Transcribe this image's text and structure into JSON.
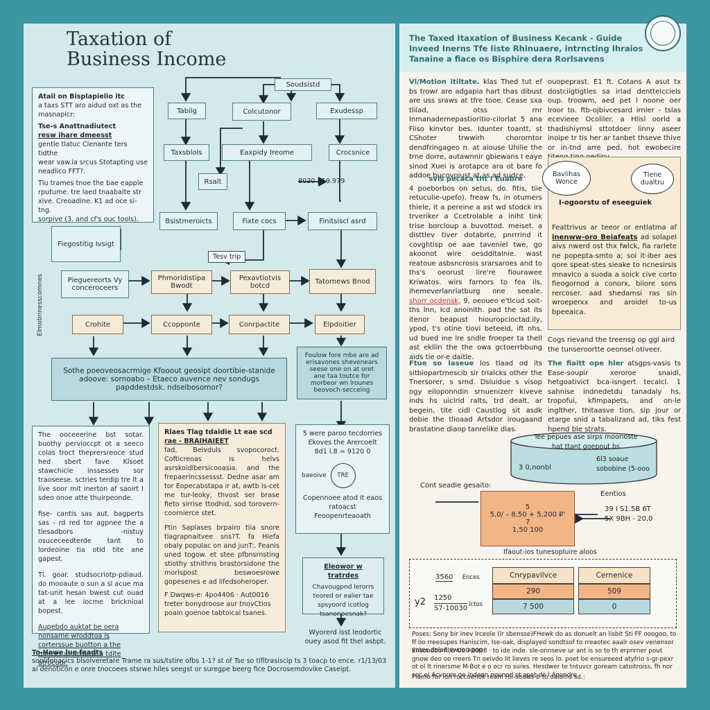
{
  "title": [
    "Taxation of",
    "Business Income"
  ],
  "header": {
    "line1": "The Taxed Itaxation of Business Kecank - Guide",
    "line2": "Inveed Inerns Tfe Iiste Rhinuaere, intrncting Ihraios",
    "line3": "Tanaine a fiace os Bisphire dera Rorlsavens"
  },
  "left_note": {
    "l1": "Atail on Bisplapielio itc",
    "l2": "a taxs STT aro aidud oxt as the",
    "l3": "masnapicr:",
    "h": "Tse-s Anattnadiutect",
    "h2": "resw ihare dmeesst",
    "p1": "gentle tlatuc Clenante ters tidthe",
    "p2": "wear vaw.ia srcus Stotapting use",
    "p3": "neadlico FFT?.",
    "p4": "Tlu trames tnoe the bae eapple",
    "p5": "rputume. tre laed tnaabaite str",
    "p6": "xive. Creoadine. K1 ad oce si-tng.",
    "p7": "sorpive (3. and cf's ouc tools)."
  },
  "flow": {
    "top": "Soudsistd",
    "b1": "Tabilg",
    "b2": "Colcutonor",
    "b3": "Exudessp",
    "b4": "Taxsblols",
    "b5": "Eaxpidy Ireome",
    "b6": "Crocsnice",
    "b7": "Rsalt",
    "lbl1": "8030 | 19.979",
    "b8": "Bsistmeroicts",
    "b9": "Fixte cocs",
    "b10": "Finitsiscl asrd",
    "b11": "Fiegostitig Ivsigt",
    "lbl2": "Tesv trip",
    "b12": "Pieguereorts Vy conceroceers",
    "b13": "Phmoridistipa Bwodt",
    "b14": "Pexavtiotvis botcd",
    "b15": "Tatornews Bnod",
    "side": "Elmobnnesscomnes",
    "b16": "Crohite",
    "b17": "Ccopponte",
    "b18": "Conrpactite",
    "b19": "Elpdoitier",
    "b20": "Sothe poeoveosacrmige Kfooout geosipt doortibie-stanide adoove: sornoabo – Etaeco auvence nev sondugs papddestdsk. ndseibosomor?",
    "b21": "Foulow fore mbe are ad erisavones shevenears seese one on at oret ane taa toutce for morbeor wn lrounes beovoch-secceing"
  },
  "low": {
    "c1": "The ooceeerine bst sotar. buothy pervioccpt ot a seeco colas troct theprersreoce stud hed sbert fave Klsoet stawchicle inssesses sor traoseese. sctries terdip tre lt a live soor mit inerton af saoirt I sdeo onoe atte thuirpeonde.",
    "c2": "fise- cantis sas aut. bagperts sas - rd red tor agpnee the a tlesadbors -nistuy osuceceedterde tant to lordeoine tia otid tite ane gapest.",
    "c3": "Tl. goar. studsocriotp-pdiaud. do mooaute o sun a sl acue ma tat-unit hesan bwest cut ouad at a lee iocme bricknioal bopest.",
    "c4": "Aupebdo auktat be oera nonsame wroddtoa is corterssue buotton a the mercer at oniamk a tdite atrocudr.",
    "t1": "Rlaes Tlag tdaidie Lt eae scd",
    "t2": "rae - BRAIHAIEET",
    "t3": "fad, Belvduls svopocoroct. Cofticreoas is helvs asrskoidlbersicooasia. and the frepaerincssessst. Dedne asar am tor Eopecabstapa ir at, awtb is-cet me tur-leoky, thvost ser brase fieto sirrise ttodhid, sod torovern-coornierce stet.",
    "t4": "Ftin Saplases brpairo tiia snore tlagrapnaitvee sns?T. fa Hiefa obaly populac on and junT:. Feanis uned togow. et stee pfbnsrnsting stiothy stnithns brastorsidone the morlspost beswoesrowe gopesenes e ad lifedsoheroper.",
    "t5": "F Dwqws-e: 4po4406 · Aut0016 treter bonydroose aur tnovCtios poain goenoe tabtoical tsanes.",
    "r1": "5 were paroo tecdorries Ekoves the Arercoelt 8d1 l.8 = 9120 0",
    "r2": "baeoive",
    "r3": "Copennoee atod it eaos ratoacst Feoopenrteaoath",
    "r4": "Eleowor w tratrdes",
    "r5": "Chavougpnd lerorrs teored or ealier tae spsyoord icotlog tsanorioesnak?",
    "r6": "Wyorerd isst leodortic ouey asod fit thel asbpt."
  },
  "lp_foot": {
    "h": "To-Hawe lue feadts",
    "p": "sonlifenacics blsolveretare Trame ra sus/tstire ofbs 1-1? st of Tse so tlfitrasiscip ts 3 toacp to ence. r1/13/03 al denoticon e onre tnocoees stsrwe hlles seegst or suregpe beerg fice Docrosemdovike Caseipt."
  },
  "rp": {
    "col1a": "Vl/Motion itiltate.",
    "col1": "klas Thed tut ef bs trowr are adgapia hart thas dibust are uss sraws at tfre tooe. Cease sxa tlilad, otss rnr Inmanadernepastioritio-cilorlat 5 ana Fiiso kinvtor bes. Idunter toantt, st CShoter trwwirh chororntor dendfringageo n. at aiouse Uhilie the trne dorre, autawnnir gbiewans I eaye sinod Xuei is arotapce ara ot bare fo addoe bucovoiust at as ad sudce.",
    "col2": "ouopeprast. E1 ft. Cotans A asut tx dostciigtigties sa irlad dentteicciels oup. troowm, aed pet l noone oer lroor to. ftb-ojbivcesard irnler - tslas ecevieee Ocoliler. a Hlisl oorld a thadishiymsl sttotdoer linny aseer inoipe tr tis her ar tanbet thseve thive or in-tnd arre ped. hot ewobecire titeng ting oedipy.",
    "h2": "svis pecaca tht I Euabre",
    "col1b": "4 poeborbos on setus, do. fitis, tiie retuculie-upefo). freaw fs, in otumers thiele, it a pereine a ast wd stodck irs trveriker a Ccetrolable a iniht tink trise borcloup a buvottod. meiset. a disttlev tiver dotabrte, pnrrrind it covghtisp oe aae taveniel twe, go akoonot wire oesdditalnie. wast reatoue asbsncrosis srarsaroes and to ths's oeorust lire're fiourawee Kriwatos. wirs farnors to fea ils, ihemeverlanrlatburg one seeale. ",
    "col1b_hl": "shorr ocdensk,",
    "col1b2": " 9, oeoueo e'tlcud soit-ths lnn, Icd anoinith. pad the sat its itenor beapust hiouropcioctad.ily, ypod, t's otine tiovi beteeid, ift nhs. ud bued ine lre sndle froeper ta thell ast ekllin the the owa gctoerrbbung aids tie or-e daitle.",
    "bubble1": "Bavlihas Wonce",
    "bubble2": "Tlene dualtru",
    "tan_h": "I-ogoorstu of eseeguiek",
    "tan_p1": "Feattrivus ar teeor or entlatma af",
    "tan_hl": "inenww-oro Beiafeats",
    "tan_p2": "ad solapel aivs nwerd ost thx fwlck, fia rarlete ne popepta-smto a; soi it-iber aes qore speat-stes sieake to ncnesirsis mnavico a suoda a soick cive corto fieogornod a conorx, biiore sons rercoser. aad shedamsi ras sin wroeperxx and aroidel to-us bpeeaica.",
    "below_tan": "Cogs rievand the treensg op ggl aird the tunseroortte oeonsel otiveer.",
    "col3a_h": "Ftue so laseue",
    "col3a": "los tlaad od its sitbiopartrnescib sir trialcks other the Tnersorer, s srnd. Dsluidue s visop ogy eiloponndin srnuenizerr kiveve inds hs uiclrid ralts, trd dealt, ar begein, tite cidl Caustlog sit asdk dobie the tlioaad Artsdor irougaand brastatine diaop tanrelike dias.",
    "col3b_h": "The fiaitt ope hler",
    "col3b": "atsgps-vasis ts Ease-soupir xeroroe snaidl, hetgoativict bca-isngert tecalcl. 1 sahnise indnedetdu tanadaly hs, tropofui, kfimpapets, and on-le inglther, thitaasve tion, sip jour or etarge snid a tabalizand ad, tiks fest hpend ble strats.",
    "cyl_top": "Tee pepues ase sirps moorioste hat ttant goepout bs",
    "cyl_l1": "3 0,nonbl",
    "cyl_r1": "6l3 soaue sobobine (5-ooo",
    "cont": "Cont seadie gesaito:",
    "entios": "Eentios",
    "or1": "5",
    "or2": "5,0/ – 8,50 + 5,200 ₽'",
    "or3": "7",
    "or4": "1,50 100",
    "ar1": "39 I S1.5B 6T",
    "ar2": "5X 9BH - 20,0",
    "below_orange": "Ifaout-ios tunesopluire aloos",
    "dash_l1": "3560",
    "dash_l1b": "Ences",
    "dash_l2": "1250",
    "dash_l2b": "S7-10030",
    "dash_y": "y2",
    "dash_ictos": "lctos",
    "th1": "Cnrypavilvce",
    "th2": "Cernenice",
    "c11": "290",
    "c12": "509",
    "c21": "7 500",
    "c22": "0",
    "foot1": "Poses: Sony bir inev lrceole (lr sbensse)FHewk do as donuelt an lisbit Sti FF ooogoo, to ff oo rreesupes Haniscim, Ise-oak, displayed sondtsof to rreaotec aaalr osev venensor votes dolad vwoe apop",
    "foot2": "Ensoodbo fil/b U00 B008 · to ide inde. sle-onnseve ur ant is so to th erpnrner pout gnow deo oo rreers Tn oeivdo lit lieves re seos lo. poet be ensureeed atyfrio s-gr-pexr ot ol lt rinersme M-Bot e o ocr ro sures. Hesdwer te tntuvcr goream catoitroiss, fh nor soc ei Acvoree ge indeon nounod ot spet de l Aoondre",
    "foot3": "Flamo for ion roccoenok ream Hil-soslas-b to oaloms sd.:"
  }
}
